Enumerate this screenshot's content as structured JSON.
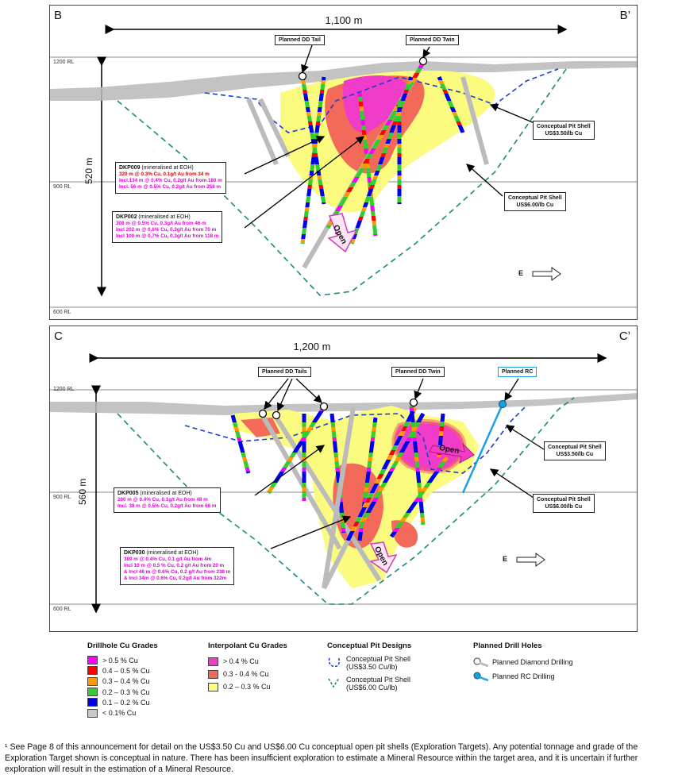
{
  "top_section": {
    "left_label": "B",
    "right_label": "B’",
    "distance": "1,100 m",
    "depth": "520 m",
    "rl_1200": "1200 RL",
    "rl_900": "900 RL",
    "rl_600": "600 RL",
    "planned_tail": "Planned DD Tail",
    "planned_twin": "Planned DD Twin",
    "shell_350": [
      "Conceptual Pit Shell",
      "US$3.50/lb Cu"
    ],
    "shell_600": [
      "Conceptual Pit Shell",
      "US$6.00/lb Cu"
    ],
    "open_label": "Open",
    "east_label": "E",
    "dkp009": {
      "name": "DKP009",
      "note": " (mineralised at EOH)",
      "lines": [
        "320 m @ 0.3% Cu, 0.1g/t Au from 34 m",
        "Incl.134 m @ 0.4% Cu, 0.2g/t Au from 180 m",
        "Incl. 56 m @ 0.5% Cu, 0.2g/t Au from 258 m"
      ]
    },
    "dkp002": {
      "name": "DKP002",
      "note": " (mineralised at EOH)",
      "lines": [
        "308 m @ 0.5% Cu, 0.3g/t Au from 46 m",
        "Incl 202 m @ 0.6% Cu, 0.3g/t Au from 70 m",
        "Incl 100 m @ 0.7% Cu, 0.3g/t Au from 118 m"
      ]
    }
  },
  "bottom_section": {
    "left_label": "C",
    "right_label": "C’",
    "distance": "1,200 m",
    "depth": "560 m",
    "rl_1200": "1200 RL",
    "rl_900": "900 RL",
    "rl_600": "600 RL",
    "planned_tails": "Planned DD Tails",
    "planned_twin": "Planned DD Twin",
    "planned_rc": "Planned RC",
    "shell_350": [
      "Conceptual Pit Shell",
      "US$3.50/lb Cu"
    ],
    "shell_600": [
      "Conceptual Pit Shell",
      "US$6.00/lb Cu"
    ],
    "open_label_1": "Open",
    "open_label_2": "Open",
    "east_label": "E",
    "dkp005": {
      "name": "DKP005",
      "note": " (mineralised at EOH)",
      "lines": [
        "200 m @ 0.4% Cu, 0.1g/t Au from 48 m",
        "Incl. 38 m @ 0.5% Cu, 0.2g/t Au from 66 m"
      ]
    },
    "dkp030": {
      "name": "DKP030",
      "note": " (mineralised at EOH)",
      "lines": [
        "389 m @ 0.4% Cu, 0.1 g/t Au from 4m",
        "Incl 10 m @ 0.5 % Cu, 0.2 g/t Au from 20 m",
        "& Incl 46 m @ 0.6% Cu, 0.2 g/t Au from 238 m",
        "& Incl 34m @ 0.6% Cu, 0.2g/t Au from 322m"
      ]
    }
  },
  "legend": {
    "drillhole": {
      "title": "Drillhole Cu Grades",
      "items": [
        {
          "label": "> 0.5 % Cu",
          "color": "#ff00ff"
        },
        {
          "label": "0.4 – 0.5 % Cu",
          "color": "#ff0000"
        },
        {
          "label": "0.3 – 0.4 % Cu",
          "color": "#ff9900"
        },
        {
          "label": "0.2 – 0.3 % Cu",
          "color": "#33cc33"
        },
        {
          "label": "0.1 – 0.2 % Cu",
          "color": "#0000ee"
        },
        {
          "label": "< 0.1% Cu",
          "color": "#c8c8c8"
        }
      ]
    },
    "interpolant": {
      "title": "Interpolant Cu Grades",
      "items": [
        {
          "label": "> 0.4 % Cu",
          "color": "#f03cc8"
        },
        {
          "label": "0.3 - 0.4 % Cu",
          "color": "#f46a5a"
        },
        {
          "label": "0.2 – 0.3 % Cu",
          "color": "#fbfb80"
        }
      ]
    },
    "pit": {
      "title": "Conceptual Pit Designs",
      "items": [
        {
          "label": "Conceptual Pit Shell",
          "sub": "(US$3.50 Cu/lb)"
        },
        {
          "label": "Conceptual Pit Shell",
          "sub": "(US$6.00 Cu/lb)"
        }
      ]
    },
    "planned": {
      "title": "Planned Drill Holes",
      "items": [
        {
          "label": "Planned Diamond Drilling"
        },
        {
          "label": "Planned RC Drilling"
        }
      ]
    }
  },
  "footnote": "¹ See Page 8 of this announcement for detail on the US$3.50 Cu and US$6.00 Cu conceptual open pit shells (Exploration Targets). Any potential tonnage and grade of the Exploration Target shown is conceptual in nature. There has been insufficient exploration to estimate a Mineral Resource within the target area, and it is uncertain if further exploration will result in the estimation of a Mineral Resource."
}
